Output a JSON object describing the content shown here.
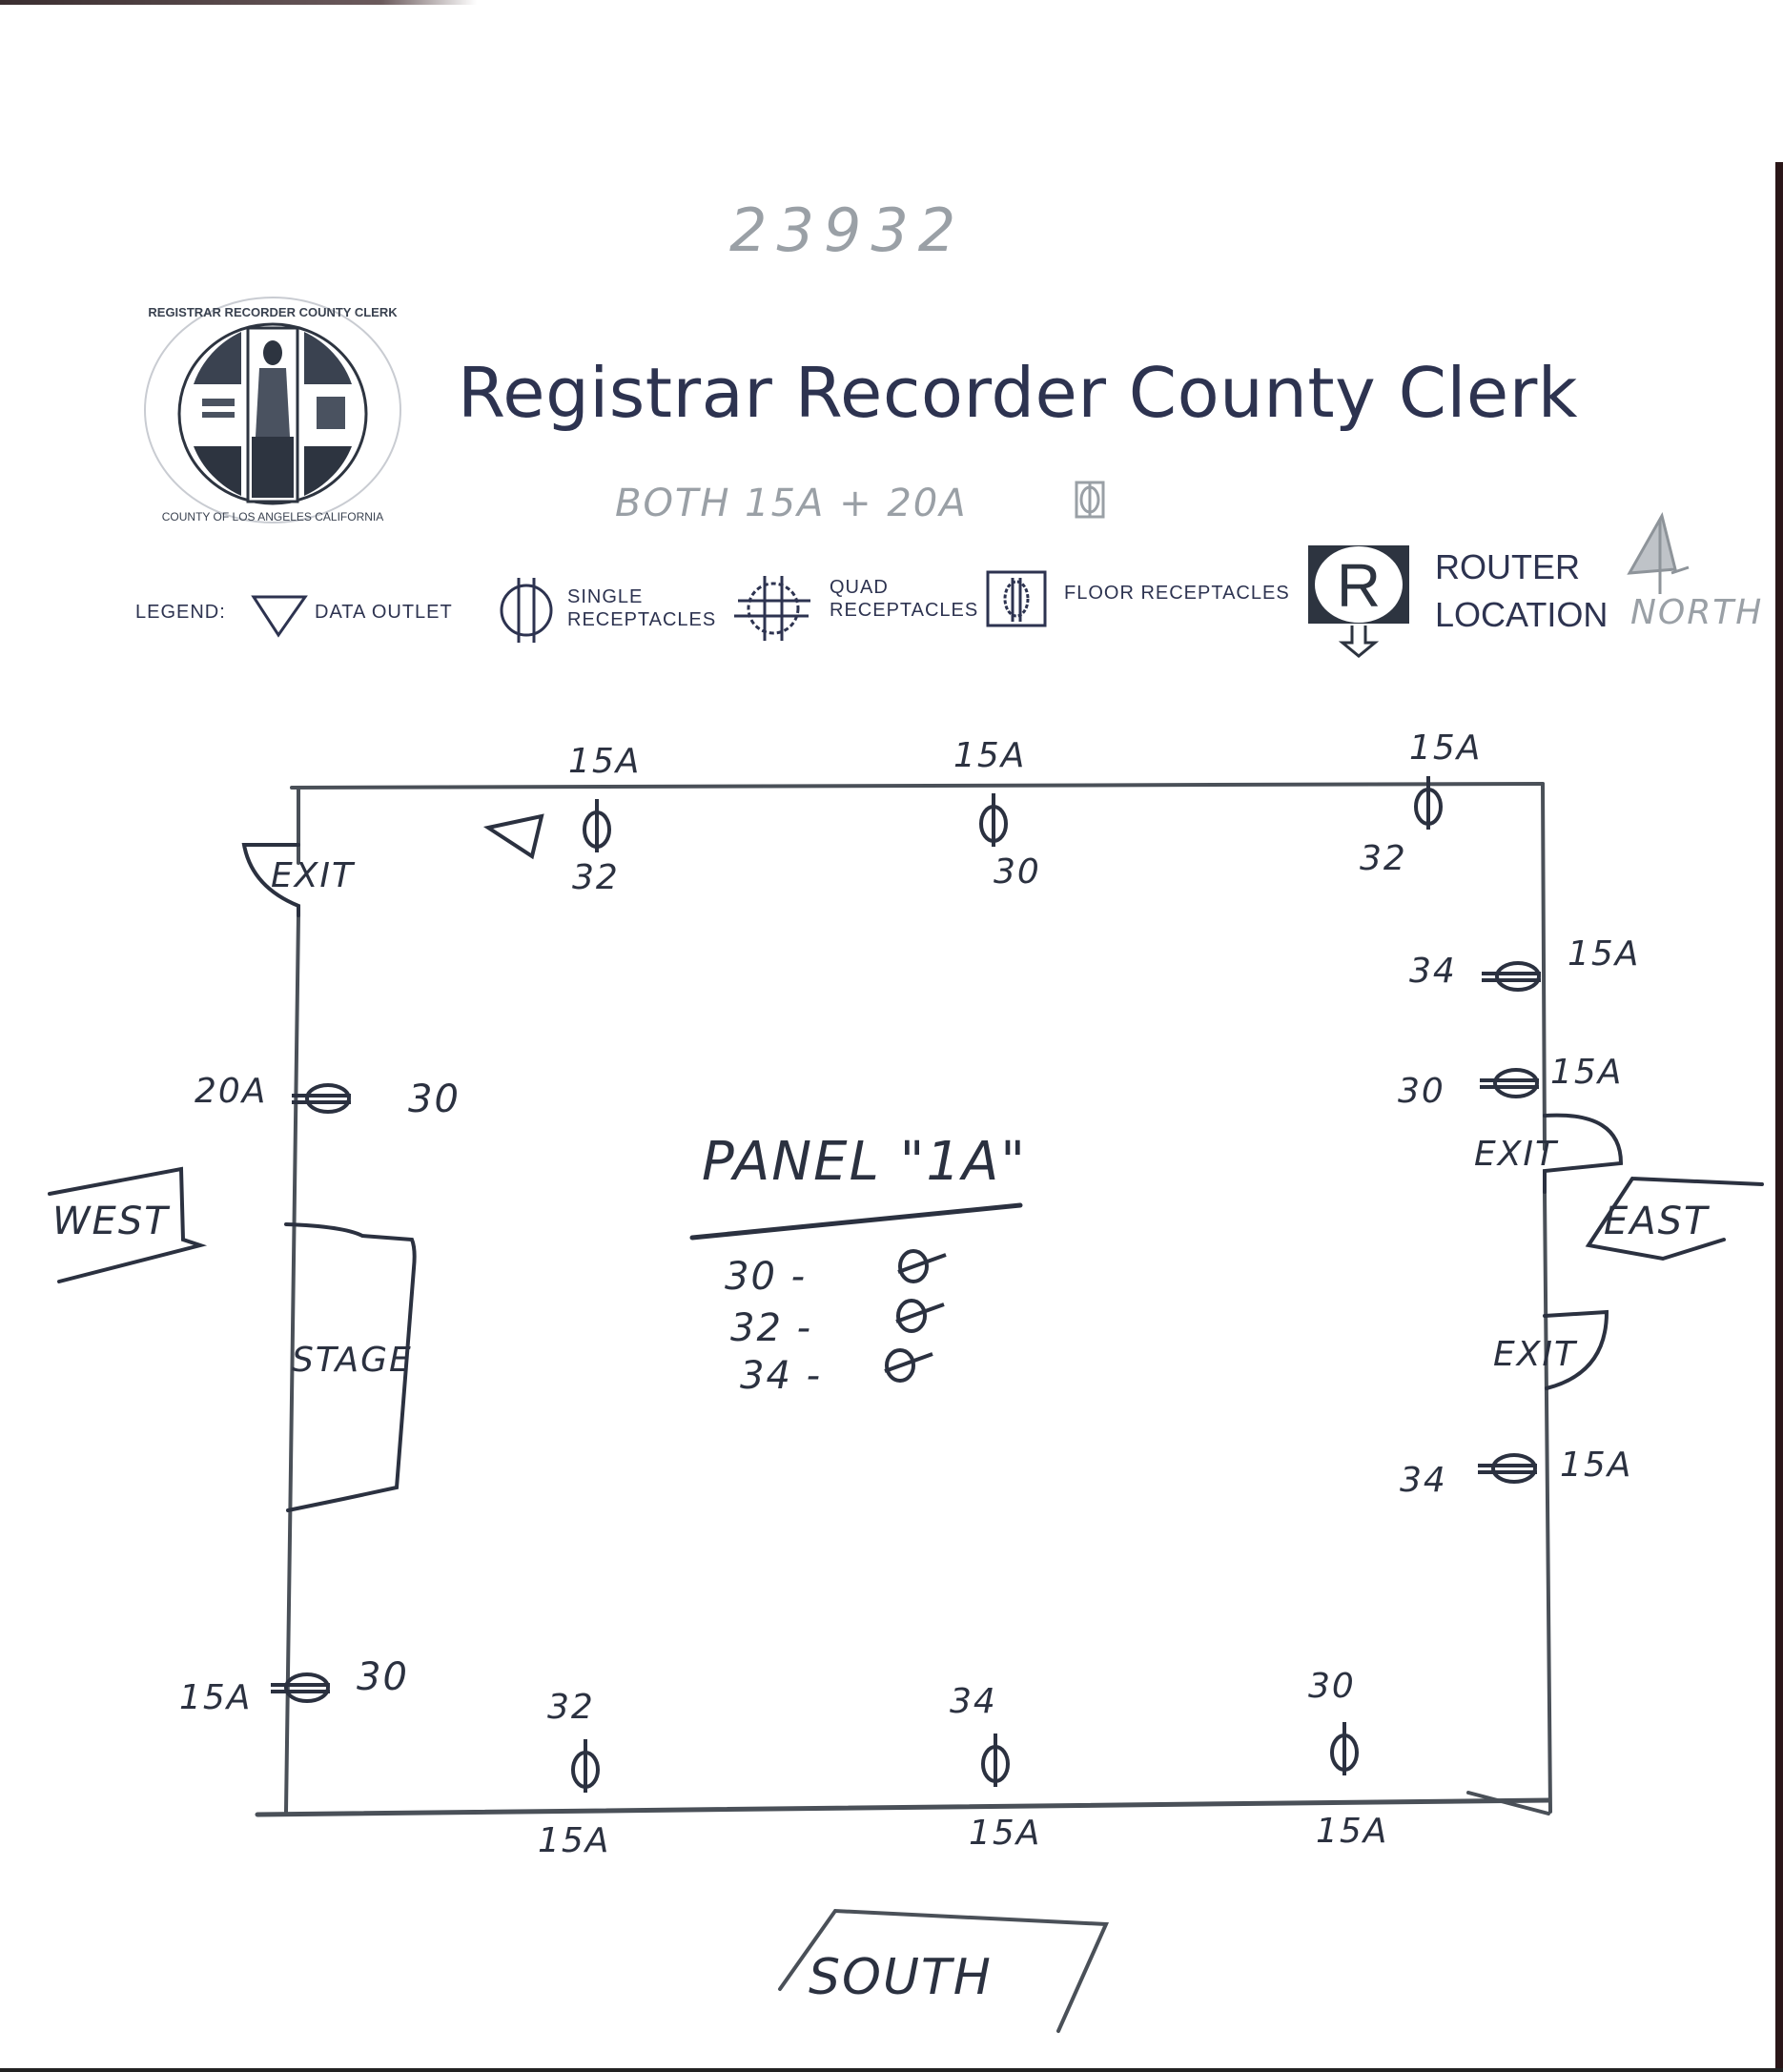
{
  "document": {
    "doc_number": "23932",
    "title": "Registrar Recorder County Clerk",
    "note": "BOTH 15A + 20A",
    "seal": {
      "top_text": "REGISTRAR RECORDER COUNTY CLERK",
      "bottom_text": "COUNTY OF LOS ANGELES CALIFORNIA"
    }
  },
  "legend": {
    "label": "LEGEND:",
    "items": [
      {
        "icon": "data-outlet-icon",
        "label": "DATA OUTLET"
      },
      {
        "icon": "single-receptacle-icon",
        "label_line1": "SINGLE",
        "label_line2": "RECEPTACLES"
      },
      {
        "icon": "quad-receptacle-icon",
        "label_line1": "QUAD",
        "label_line2": "RECEPTACLES"
      },
      {
        "icon": "floor-receptacle-icon",
        "label": "FLOOR RECEPTACLES"
      },
      {
        "icon": "router-icon",
        "glyph": "R",
        "label_line1": "ROUTER",
        "label_line2": "LOCATION"
      }
    ],
    "north_label": "NORTH"
  },
  "floorplan": {
    "directions": {
      "west": "WEST",
      "east": "EAST",
      "south": "SOUTH"
    },
    "exits": [
      "EXIT",
      "EXIT",
      "EXIT"
    ],
    "stage_label": "STAGE",
    "panel": {
      "title": "PANEL \"1A\"",
      "circuits": [
        {
          "circuit": "30",
          "sep": "-"
        },
        {
          "circuit": "32",
          "sep": "-"
        },
        {
          "circuit": "34",
          "sep": "-"
        }
      ]
    },
    "receptacles": {
      "north": [
        {
          "amps": "15A",
          "circuit": "32",
          "has_data_outlet": true
        },
        {
          "amps": "15A",
          "circuit": "30"
        },
        {
          "amps": "15A",
          "circuit": "32"
        }
      ],
      "east": [
        {
          "amps": "15A",
          "circuit": "34"
        },
        {
          "amps": "15A",
          "circuit": "30"
        },
        {
          "amps": "15A",
          "circuit": "34"
        }
      ],
      "west": [
        {
          "amps": "20A",
          "circuit": "30"
        },
        {
          "amps": "15A",
          "circuit": "30"
        }
      ],
      "south": [
        {
          "amps": "15A",
          "circuit": "32"
        },
        {
          "amps": "15A",
          "circuit": "34"
        },
        {
          "amps": "15A",
          "circuit": "30"
        }
      ]
    }
  }
}
